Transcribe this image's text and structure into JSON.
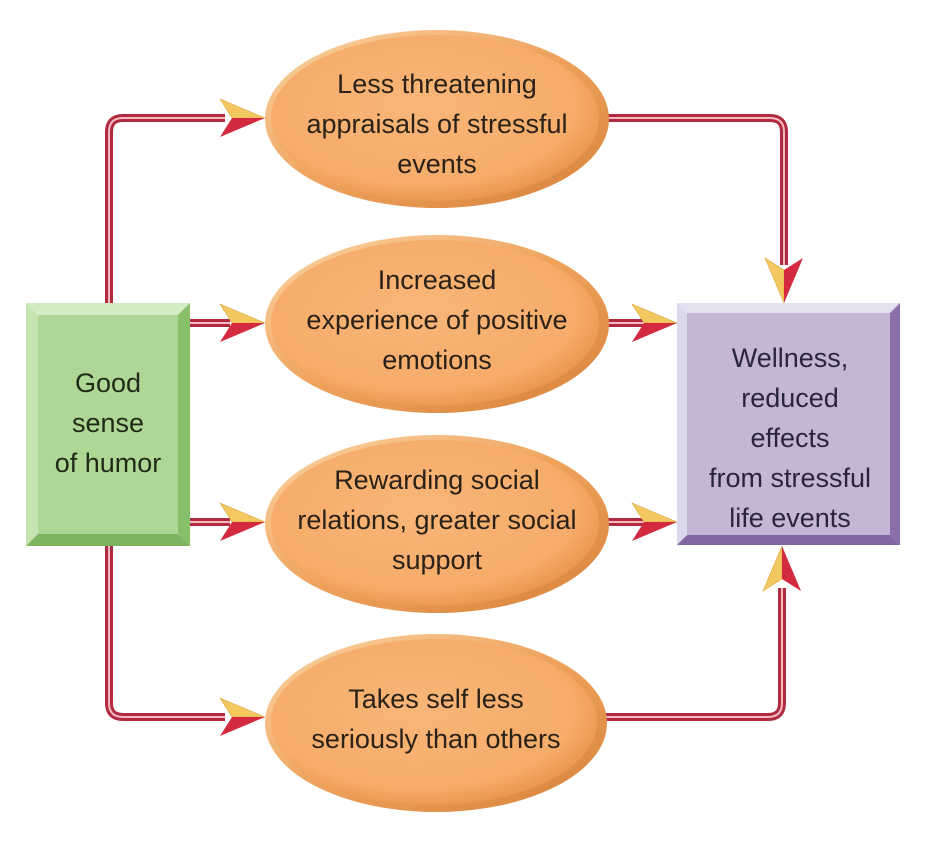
{
  "diagram": {
    "source_node": {
      "id": "humor",
      "lines": [
        "Good",
        "sense",
        "of humor"
      ],
      "fill": "#aed694"
    },
    "target_node": {
      "id": "wellness",
      "lines": [
        "Wellness,",
        "reduced",
        "effects",
        "from stressful",
        "life events"
      ],
      "fill": "#c4b6d4"
    },
    "mediators": [
      {
        "id": "appraisals",
        "lines": [
          "Less threatening",
          "appraisals of stressful",
          "events"
        ]
      },
      {
        "id": "positive-emotions",
        "lines": [
          "Increased",
          "experience of positive",
          "emotions"
        ]
      },
      {
        "id": "social-support",
        "lines": [
          "Rewarding social",
          "relations, greater social",
          "support"
        ]
      },
      {
        "id": "self-seriousness",
        "lines": [
          "Takes self less",
          "seriously than others"
        ]
      }
    ],
    "edges": [
      {
        "from": "humor",
        "to": "appraisals"
      },
      {
        "from": "humor",
        "to": "positive-emotions"
      },
      {
        "from": "humor",
        "to": "social-support"
      },
      {
        "from": "humor",
        "to": "self-seriousness"
      },
      {
        "from": "appraisals",
        "to": "wellness"
      },
      {
        "from": "positive-emotions",
        "to": "wellness"
      },
      {
        "from": "social-support",
        "to": "wellness"
      },
      {
        "from": "self-seriousness",
        "to": "wellness"
      }
    ],
    "colors": {
      "ellipse_fill": "#f7b070",
      "ellipse_edge": "#d98a3e",
      "connector": "#b02a40",
      "connector_highlight": "#f3b8c0",
      "arrow_red": "#d42a40",
      "arrow_yellow": "#f4c860"
    }
  }
}
